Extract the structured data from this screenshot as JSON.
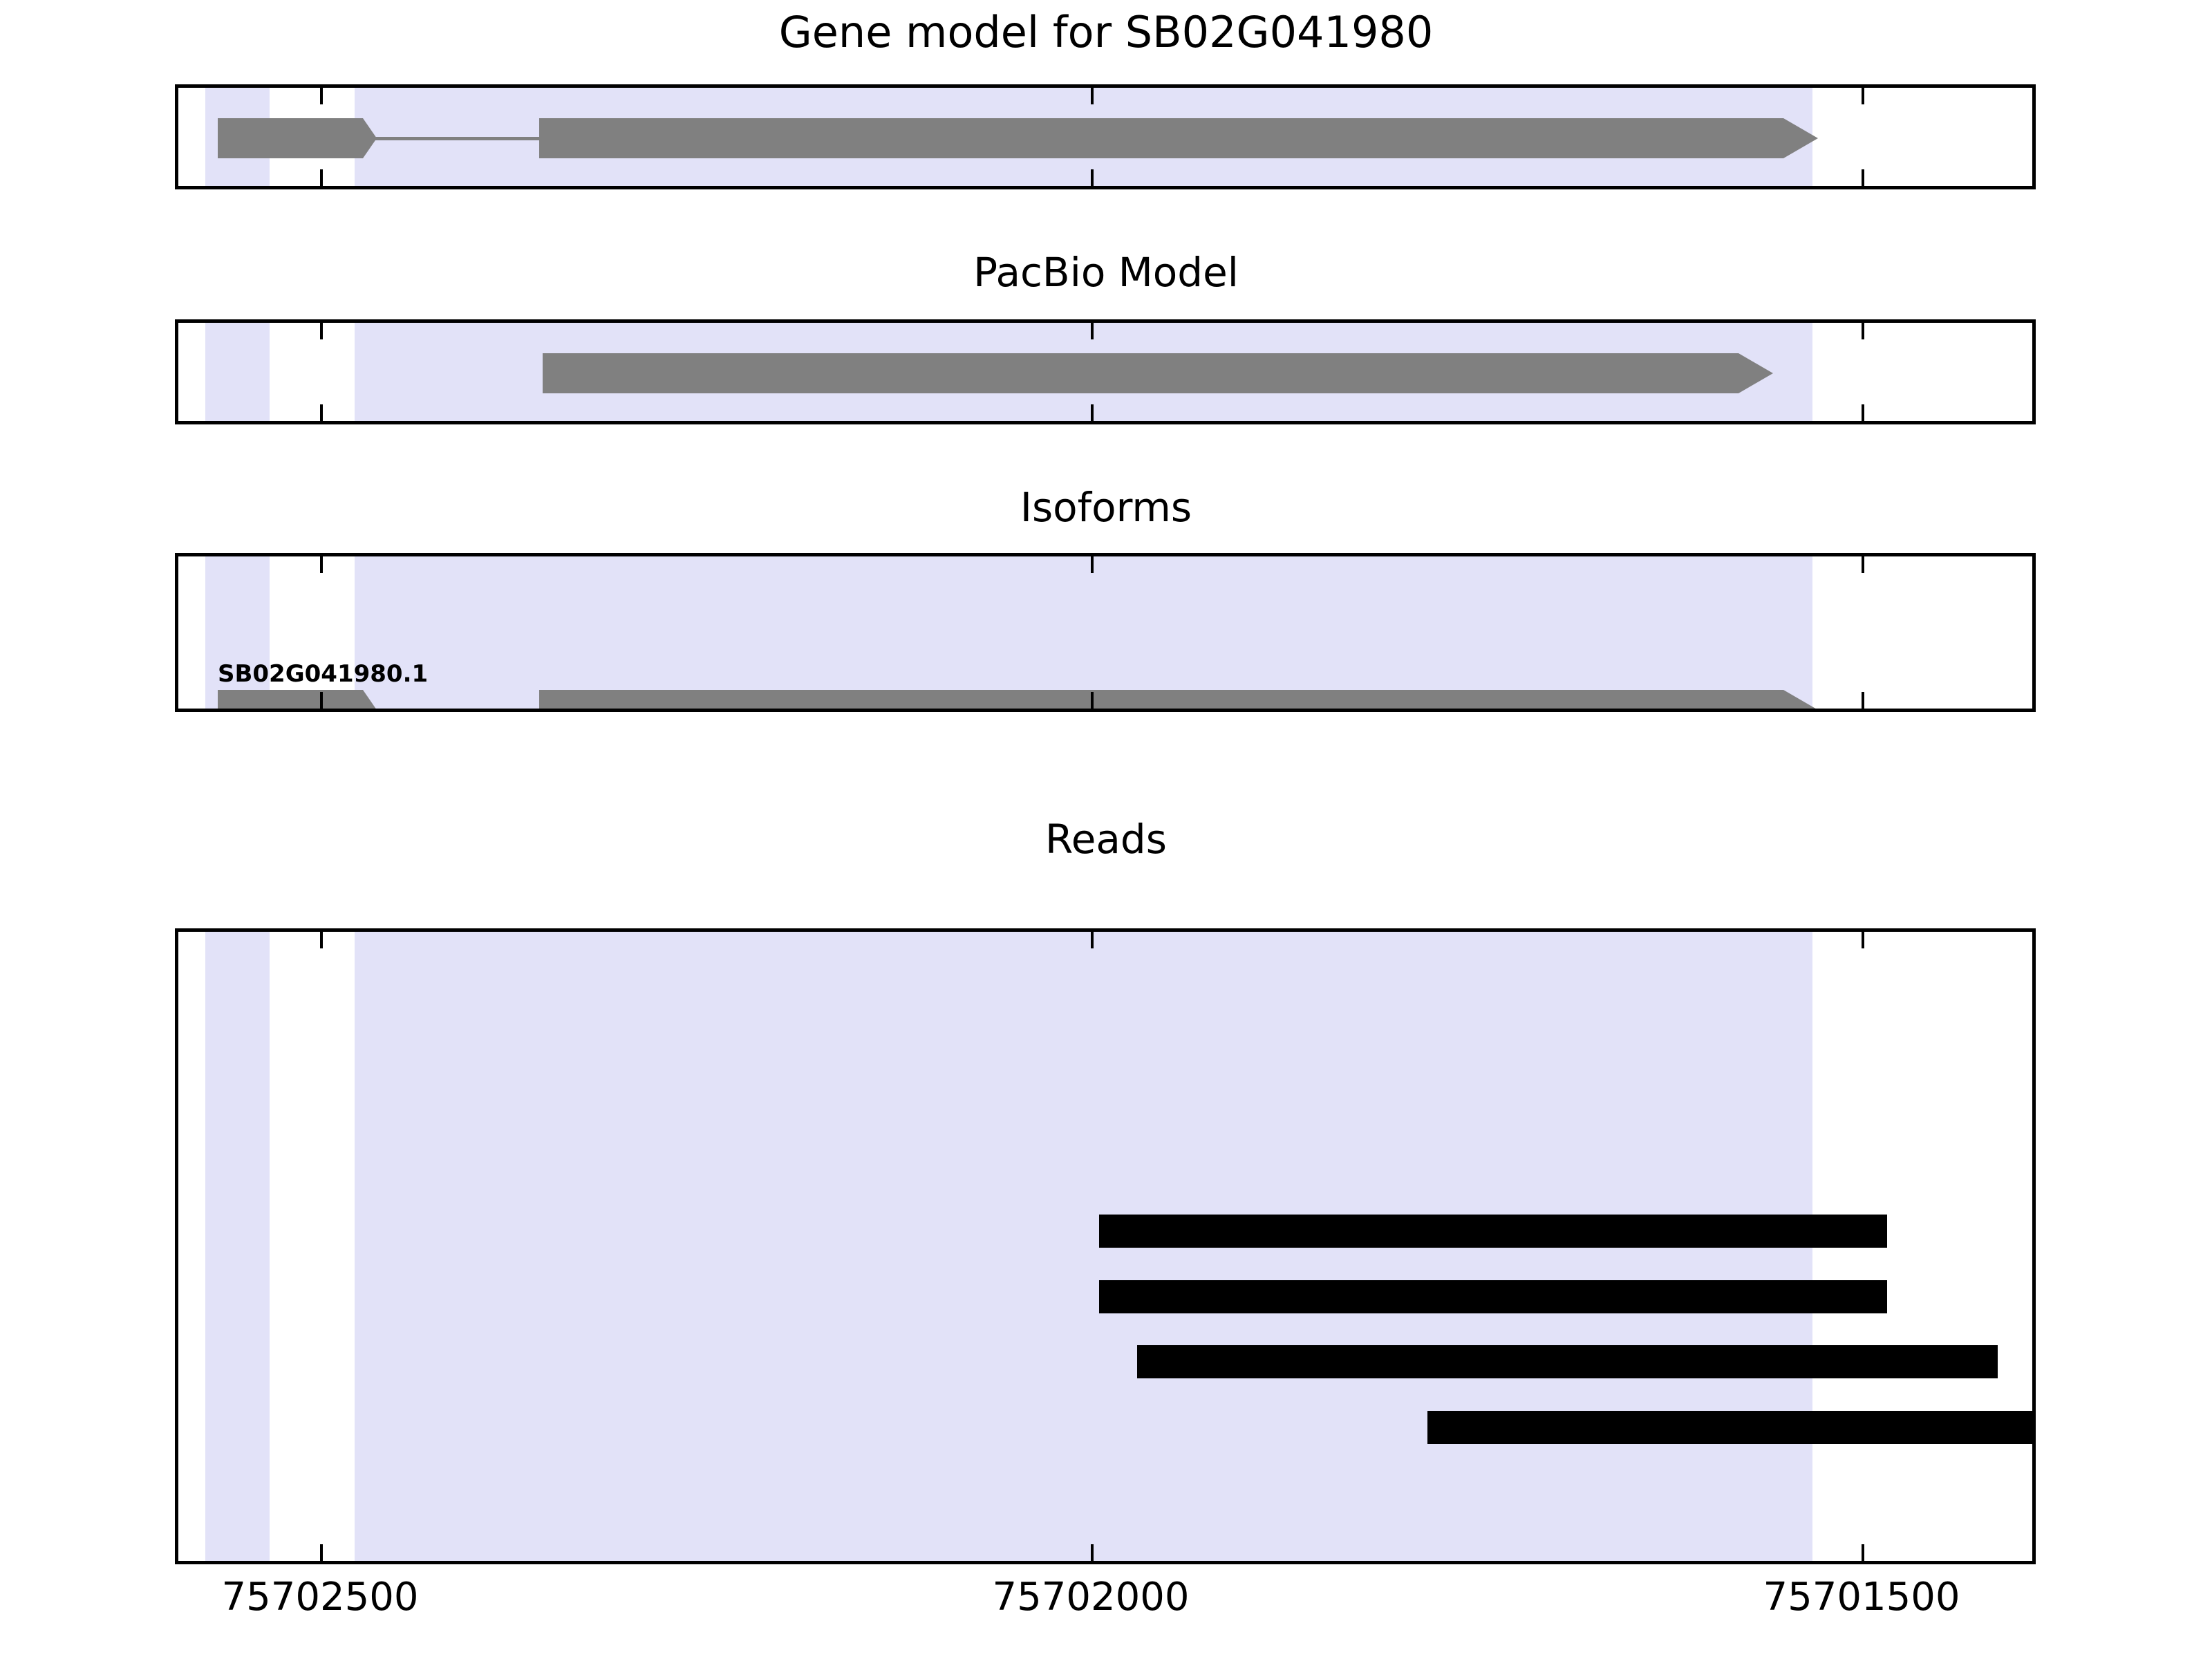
{
  "figure": {
    "title": "Gene model for SB02G041980",
    "gene_id": "SB02G041980",
    "background_color": "#ffffff",
    "exon_color": "#808080",
    "read_color": "#000000",
    "highlight_color": "#e2e2f8"
  },
  "panels": [
    {
      "key": "gene",
      "title": "Gene model for SB02G041980"
    },
    {
      "key": "pacbio",
      "title": "PacBio Model"
    },
    {
      "key": "iso",
      "title": "Isoforms"
    },
    {
      "key": "reads",
      "title": "Reads"
    }
  ],
  "isoforms": [
    {
      "label": "SB02G041980.1"
    }
  ],
  "chart_data": {
    "type": "genome-browser-track",
    "title": "Gene model for SB02G041980",
    "xlabel": "",
    "ylabel": "",
    "axis_direction": "reversed",
    "xlim": [
      75702760,
      75701180
    ],
    "xticks": [
      75702500,
      75702000,
      75701500
    ],
    "xticklabels": [
      "75702500",
      "75702000",
      "75701500"
    ],
    "grid": false,
    "legend": "none",
    "strand": "+",
    "highlight_regions": [
      {
        "start": 75702737,
        "end": 75702683,
        "color": "#e2e2f8"
      },
      {
        "start": 75702611,
        "end": 75701390,
        "color": "#e2e2f8"
      }
    ],
    "tracks": [
      {
        "name": "Gene model",
        "panel": "gene",
        "features": [
          {
            "name": "SB02G041980",
            "type": "transcript",
            "color": "#808080",
            "arrow": "right",
            "exons": [
              {
                "start": 75702726,
                "end": 75702603
              },
              {
                "start": 75702454,
                "end": 75701386
              }
            ],
            "introns": [
              {
                "start": 75702603,
                "end": 75702454
              }
            ]
          }
        ]
      },
      {
        "name": "PacBio Model",
        "panel": "pacbio",
        "features": [
          {
            "name": "PacBio model",
            "type": "transcript",
            "color": "#808080",
            "arrow": "right",
            "exons": [
              {
                "start": 75702006,
                "end": 75701262
              }
            ],
            "introns": []
          }
        ]
      },
      {
        "name": "Isoforms",
        "panel": "iso",
        "features": [
          {
            "name": "SB02G041980.1",
            "type": "transcript",
            "color": "#808080",
            "arrow": "right",
            "exons": [
              {
                "start": 75702726,
                "end": 75702603
              },
              {
                "start": 75702454,
                "end": 75701386
              }
            ],
            "introns": [
              {
                "start": 75702603,
                "end": 75702454
              }
            ]
          }
        ]
      },
      {
        "name": "Reads",
        "panel": "reads",
        "features": [
          {
            "name": "read-1",
            "type": "read",
            "color": "#000000",
            "start": 75702000,
            "end": 75701331
          },
          {
            "name": "read-2",
            "type": "read",
            "color": "#000000",
            "start": 75702000,
            "end": 75701331
          },
          {
            "name": "read-3",
            "type": "read",
            "color": "#000000",
            "start": 75701968,
            "end": 75701237
          },
          {
            "name": "read-4",
            "type": "read",
            "color": "#000000",
            "start": 75701721,
            "end": 75701249
          }
        ]
      }
    ]
  }
}
